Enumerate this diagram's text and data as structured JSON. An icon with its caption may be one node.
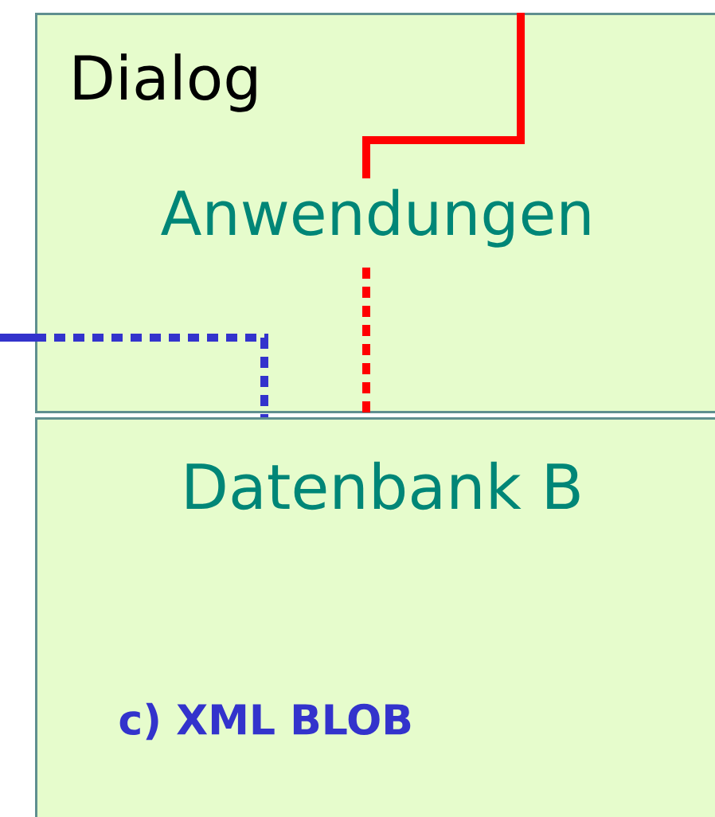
{
  "diagram": {
    "nodes": [
      {
        "text": [
          "Dialog",
          "Anwendungen"
        ]
      },
      {
        "text": [
          "Datenbank B",
          "c) XML BLOB"
        ]
      }
    ],
    "edges": [
      {
        "from": 0,
        "to": 1,
        "arrow": "none",
        "color": "#ff0000"
      },
      {
        "from": null,
        "to": 1,
        "arrow": "none",
        "style": "dashed",
        "color": "#3333cc"
      }
    ]
  }
}
